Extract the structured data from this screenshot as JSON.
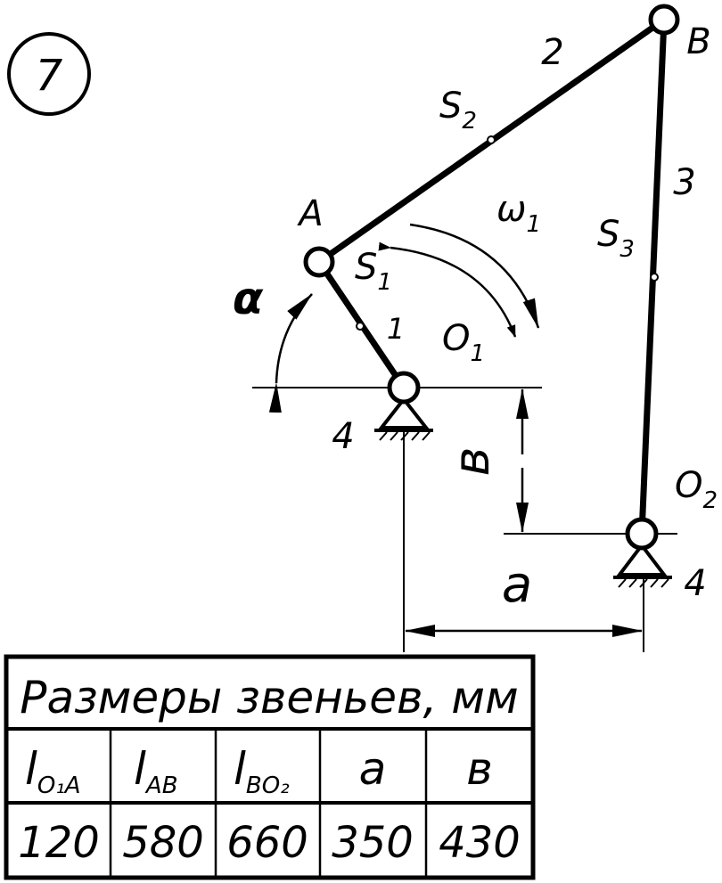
{
  "variant": "7",
  "links": {
    "link1": "1",
    "link2": "2",
    "link3": "3",
    "frame_left": "4",
    "frame_right": "4"
  },
  "points": {
    "A": "A",
    "B": "B",
    "O1": "O",
    "O1_sub": "1",
    "O2": "O",
    "O2_sub": "2",
    "S1": "S",
    "S1_sub": "1",
    "S2": "S",
    "S2_sub": "2",
    "S3": "S",
    "S3_sub": "3"
  },
  "angles": {
    "alpha": "α",
    "omega": "ω",
    "omega_sub": "1"
  },
  "dimensions": {
    "a": "a",
    "b": "в"
  },
  "table": {
    "title": "Размеры звеньев, мм",
    "headers": [
      {
        "main": "l",
        "sub": "O₁A"
      },
      {
        "main": "l",
        "sub": "AB"
      },
      {
        "main": "l",
        "sub": "BO₂"
      },
      {
        "main": "a",
        "sub": ""
      },
      {
        "main": "в",
        "sub": ""
      }
    ],
    "values": [
      "120",
      "580",
      "660",
      "350",
      "430"
    ]
  }
}
